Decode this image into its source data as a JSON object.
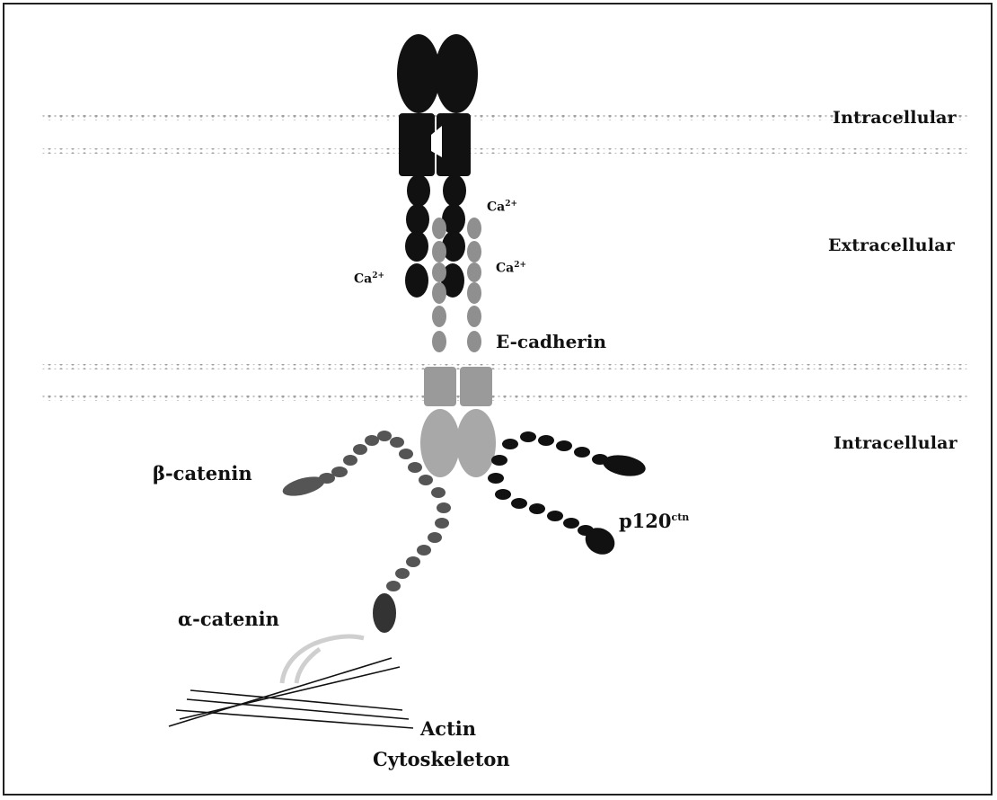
{
  "regions": {
    "top": "Intracellular",
    "middle": "Extracellular",
    "bottom": "Intracellular"
  },
  "ions": {
    "ca_left": "Ca",
    "ca_right_top": "Ca",
    "ca_right_mid": "Ca",
    "charge": "2+"
  },
  "proteins": {
    "e_cadherin": "E-cadherin",
    "beta_catenin": "β-catenin",
    "p120_base": "p120",
    "p120_sup": "ctn",
    "alpha_catenin": "α-catenin",
    "actin": "Actin",
    "cytoskeleton": "Cytoskeleton"
  },
  "colors": {
    "dark_domain": "#111111",
    "grey_domain": "#8a8a8a",
    "light_domain": "#bdbdbd",
    "membrane_dots": "#9a9a9a"
  }
}
